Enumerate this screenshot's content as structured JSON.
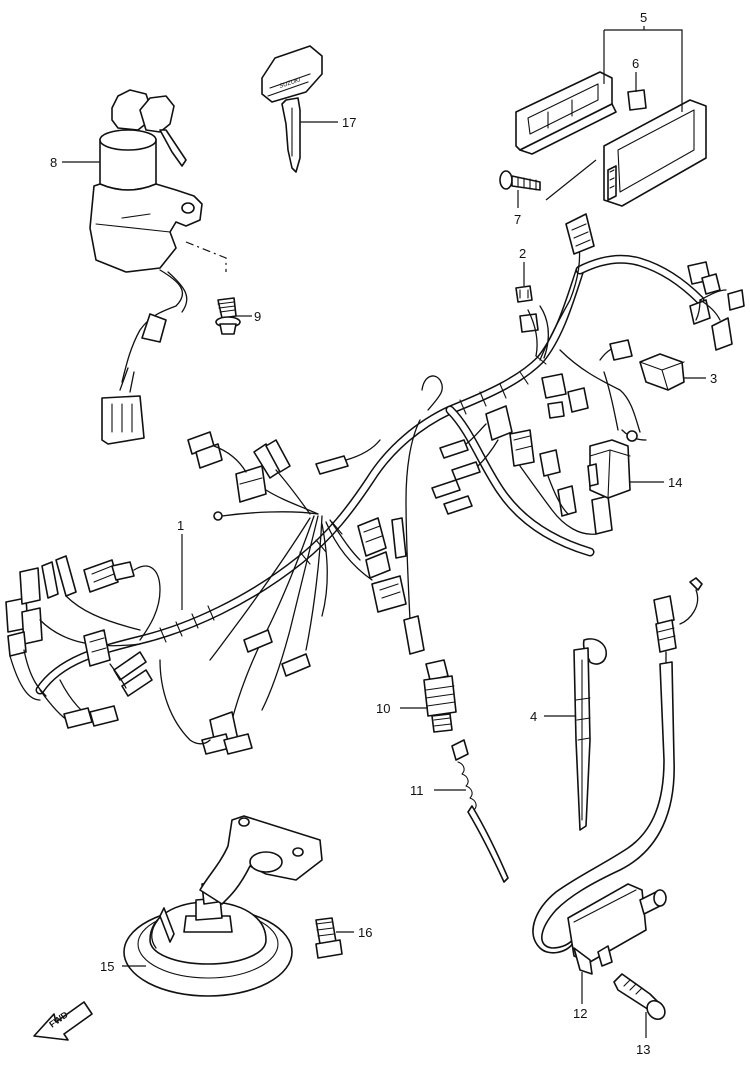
{
  "callouts": {
    "c1": "1",
    "c2": "2",
    "c3": "3",
    "c4": "4",
    "c5": "5",
    "c6": "6",
    "c7": "7",
    "c8": "8",
    "c9": "9",
    "c10": "10",
    "c11": "11",
    "c12": "12",
    "c13": "13",
    "c14": "14",
    "c15": "15",
    "c16": "16",
    "c17": "17"
  },
  "key_brand": "SUZUKI",
  "fwd_label": "FWD"
}
